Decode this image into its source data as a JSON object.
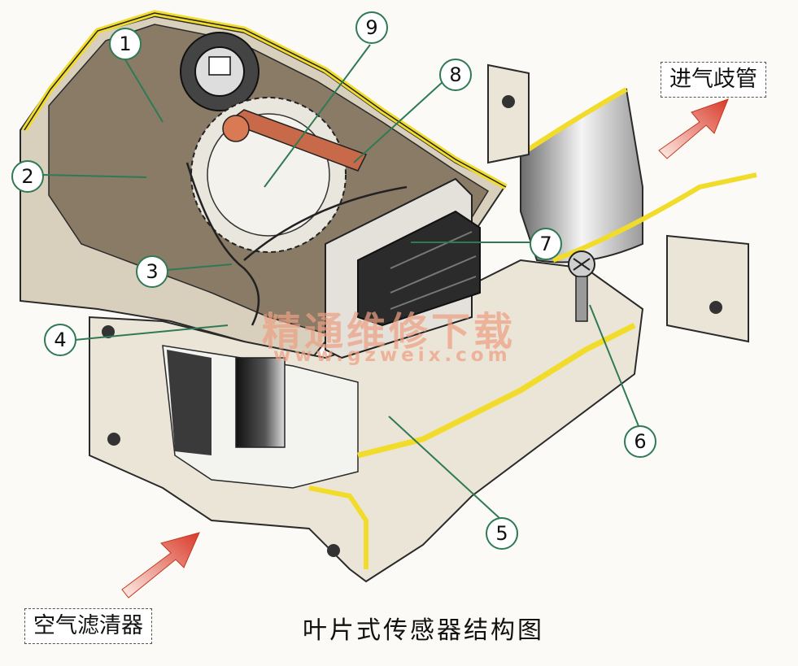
{
  "title": "叶片式传感器结构图",
  "labels": {
    "intake_manifold": "进气歧管",
    "air_filter": "空气滤清器"
  },
  "callouts": [
    "1",
    "2",
    "3",
    "4",
    "5",
    "6",
    "7",
    "8",
    "9"
  ],
  "watermark": {
    "cn": "精通维修下载",
    "url": "www.gzweix.com"
  },
  "colors": {
    "housing": "#d9cfbd",
    "housing_dark": "#8a7b66",
    "rim": "#f2dc2b",
    "leader": "#2f7a55",
    "arrow": "#e2553f"
  }
}
